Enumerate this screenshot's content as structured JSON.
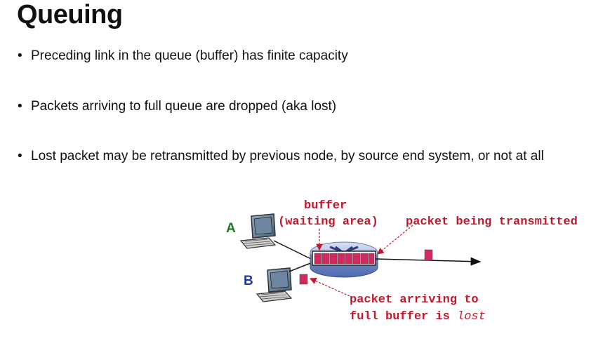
{
  "slide": {
    "title": "Queuing",
    "bullets": [
      "Preceding link in the queue (buffer) has finite capacity",
      "Packets arriving to full queue are dropped (aka lost)",
      "Lost packet may be retransmitted by previous node, by source end system, or not at all"
    ]
  },
  "diagram": {
    "buffer_label_line1": "buffer",
    "buffer_label_line2": "(waiting area)",
    "transmitted_label": "packet being transmitted",
    "lost_label_line1": "packet arriving to",
    "lost_label_line2_prefix": "full buffer is ",
    "lost_label_line2_em": "lost",
    "host_a": "A",
    "host_b": "B",
    "colors": {
      "annotation": "#c0192b",
      "packet": "#d02a5e",
      "router": "#8aa3d6",
      "host_a_label": "#1f7a1f",
      "host_b_label": "#1f3a9a"
    }
  }
}
